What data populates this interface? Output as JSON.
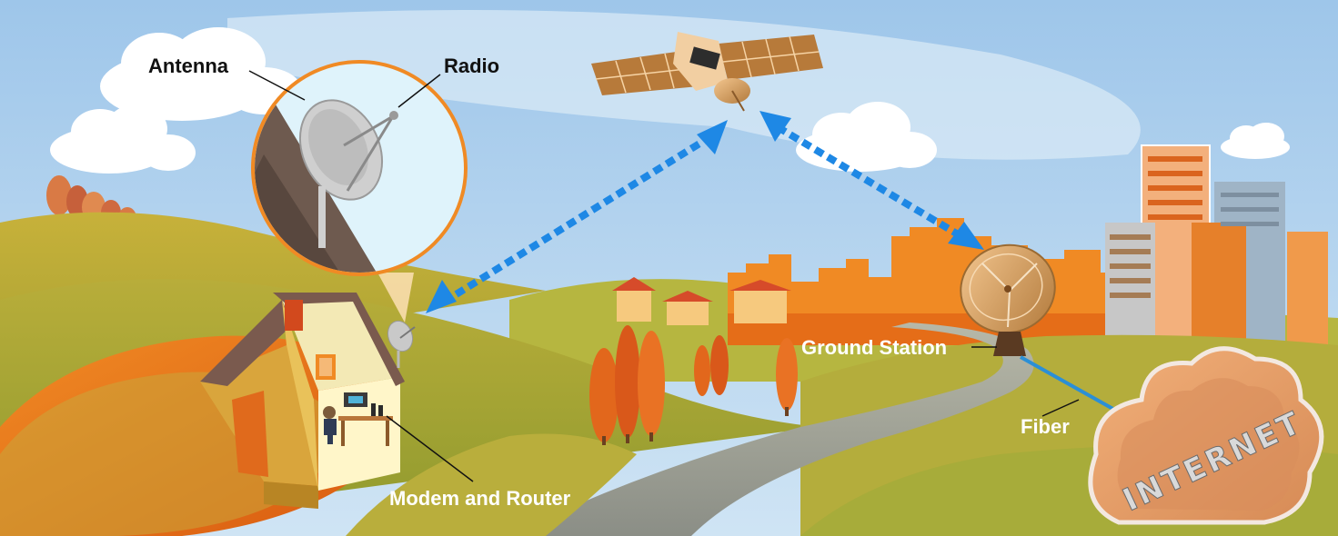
{
  "labels": {
    "antenna": "Antenna",
    "radio": "Radio",
    "ground_station": "Ground Station",
    "fiber": "Fiber",
    "modem_router": "Modem and Router"
  },
  "internet_cloud": {
    "word": "INTERNET"
  },
  "icons": {
    "satellite": "satellite-icon",
    "house": "house-icon",
    "dish": "satellite-dish-icon",
    "ground_station": "ground-station-dish-icon",
    "cloud": "internet-cloud-icon",
    "city": "city-skyline-icon"
  },
  "colors": {
    "sky": "#a7cbe9",
    "link_arrow": "#1e88e5",
    "accent_orange": "#f08a24",
    "fiber_line": "#2b8fd6"
  }
}
